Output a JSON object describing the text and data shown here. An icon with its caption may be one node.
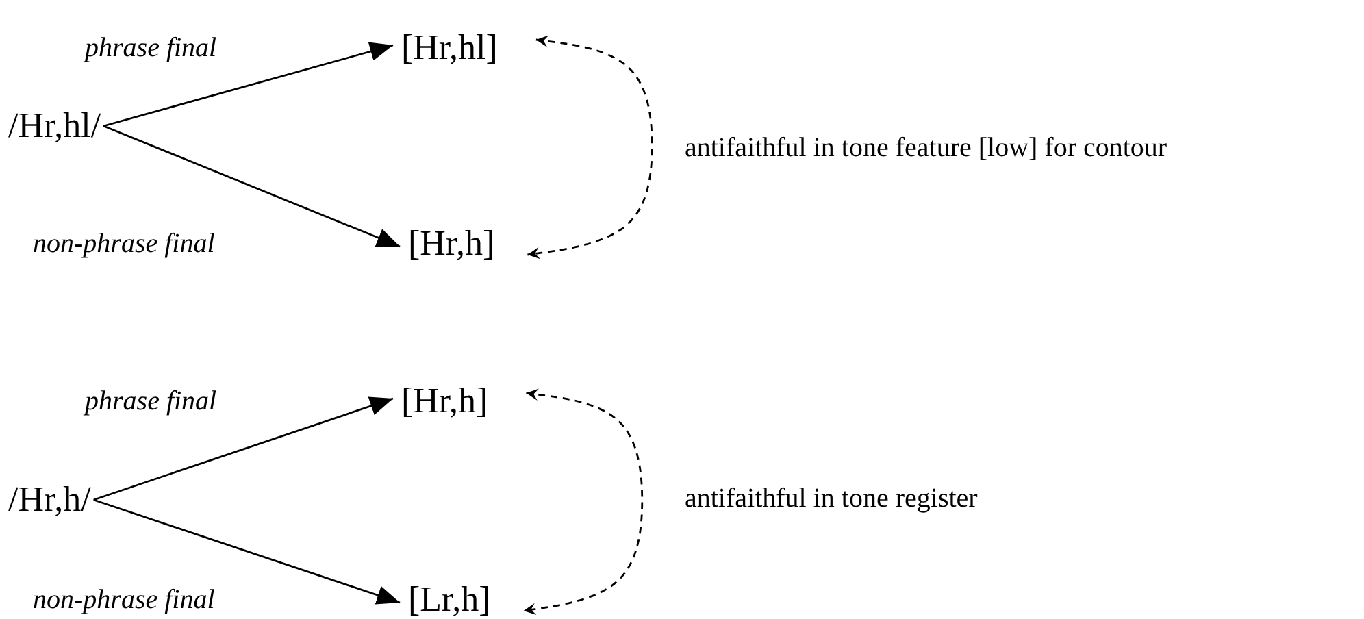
{
  "diagram": {
    "nodes": [
      {
        "text": [
          "/Hr,hl/"
        ]
      },
      {
        "text": [
          "[Hr,hl]"
        ]
      },
      {
        "text": [
          "[Hr,h]"
        ]
      },
      {
        "text": [
          "/Hr,h/"
        ]
      },
      {
        "text": [
          "[Hr,h]"
        ]
      },
      {
        "text": [
          "[Lr,h]"
        ]
      }
    ],
    "edges": [
      {
        "from": 0,
        "to": 1,
        "arrow": "to",
        "label": "phrase final"
      },
      {
        "from": 0,
        "to": 2,
        "arrow": "to",
        "label": "non-phrase final"
      },
      {
        "from": 1,
        "to": 2,
        "arrow": "both",
        "style": "dashed",
        "label": "antifaithful in tone feature [low] for contour"
      },
      {
        "from": 3,
        "to": 4,
        "arrow": "to",
        "label": "phrase final"
      },
      {
        "from": 3,
        "to": 5,
        "arrow": "to",
        "label": "non-phrase final"
      },
      {
        "from": 4,
        "to": 5,
        "arrow": "both",
        "style": "dashed",
        "label": "antifaithful in tone register"
      }
    ]
  }
}
